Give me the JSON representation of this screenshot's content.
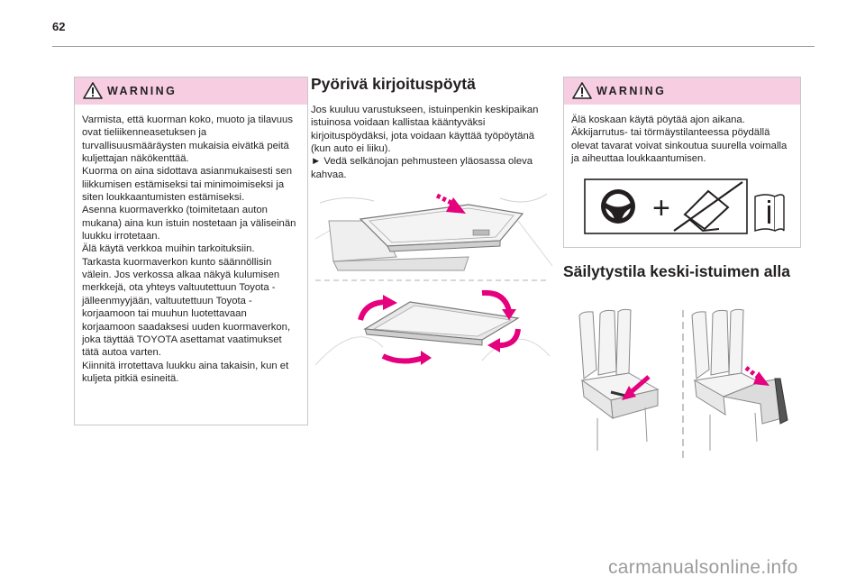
{
  "page": {
    "number": "62"
  },
  "warning_left": {
    "title": "WARNING",
    "paragraphs": [
      "Varmista, että kuorman koko, muoto ja tilavuus ovat tieliikenneasetuksen ja turvallisuusmääräysten mukaisia eivätkä peitä kuljettajan näkökenttää.",
      "Kuorma on aina sidottava asianmukaisesti sen liikkumisen estämiseksi tai minimoimiseksi ja siten loukkaantumisten estämiseksi.",
      "Asenna kuormaverkko (toimitetaan auton mukana) aina kun istuin nostetaan ja väliseinän luukku irrotetaan.",
      "Älä käytä verkkoa muihin tarkoituksiin.",
      "Tarkasta kuormaverkon kunto säännöllisin välein. Jos verkossa alkaa näkyä kulumisen merkkejä, ota yhteys valtuutettuun Toyota -jälleenmyyjään, valtuutettuun Toyota -korjaamoon tai muuhun luotettavaan korjaamoon saadaksesi uuden kuormaverkon, joka täyttää TOYOTA asettamat vaatimukset tätä autoa varten.",
      "Kiinnitä irrotettava luukku aina takaisin, kun et kuljeta pitkiä esineitä."
    ]
  },
  "section_desk": {
    "title": "Pyörivä kirjoituspöytä",
    "paragraphs": [
      "Jos kuuluu varustukseen, istuinpenkin keskipaikan istuinosa voidaan kallistaa kääntyväksi kirjoituspöydäksi, jota voidaan käyttää työpöytänä (kun auto ei liiku).",
      "► Vedä selkänojan pehmusteen yläosassa oleva kahvaa."
    ]
  },
  "warning_right": {
    "title": "WARNING",
    "paragraphs": [
      "Älä koskaan käytä pöytää ajon aikana.",
      "Äkkijarrutus- tai törmäystilanteessa pöydällä olevat tavarat voivat sinkoutua suurella voimalla ja aiheuttaa loukkaantumisen."
    ]
  },
  "section_storage": {
    "title": "Säilytystila keski-istuimen alla"
  },
  "watermark": {
    "text": "carmanualsonline.info"
  },
  "colors": {
    "warning_header": "#f6cde1",
    "arrow": "#e5007e",
    "border": "#c8c8c8"
  },
  "icons": [
    "warning-triangle-icon",
    "steering-wheel-icon",
    "info-book-icon"
  ]
}
